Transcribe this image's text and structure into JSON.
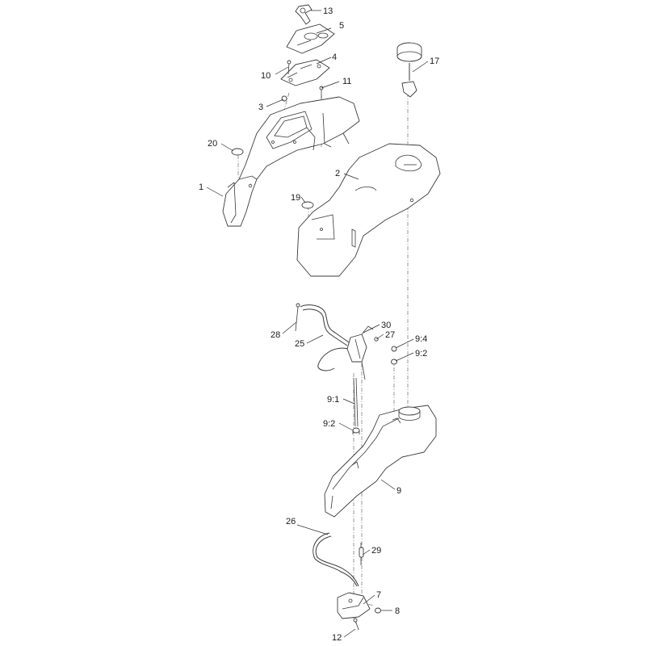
{
  "diagram": {
    "callouts": [
      {
        "label": "13"
      },
      {
        "label": "5"
      },
      {
        "label": "10"
      },
      {
        "label": "4"
      },
      {
        "label": "3"
      },
      {
        "label": "11"
      },
      {
        "label": "17"
      },
      {
        "label": "20"
      },
      {
        "label": "1"
      },
      {
        "label": "2"
      },
      {
        "label": "19"
      },
      {
        "label": "28"
      },
      {
        "label": "25"
      },
      {
        "label": "30"
      },
      {
        "label": "27"
      },
      {
        "label": "9:4"
      },
      {
        "label": "9:2"
      },
      {
        "label": "9:1"
      },
      {
        "label": "9:2"
      },
      {
        "label": "9"
      },
      {
        "label": "26"
      },
      {
        "label": "29"
      },
      {
        "label": "7"
      },
      {
        "label": "8"
      },
      {
        "label": "12"
      }
    ]
  }
}
